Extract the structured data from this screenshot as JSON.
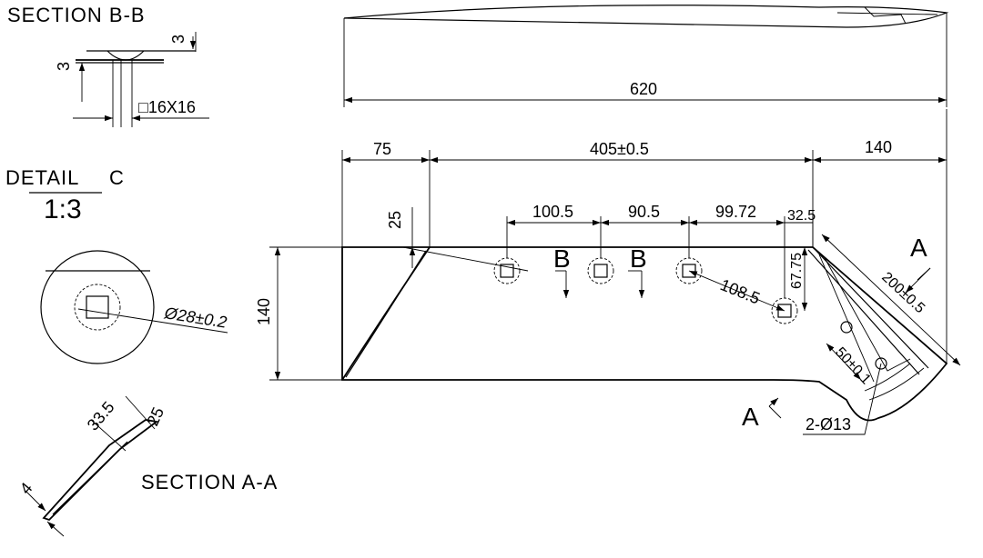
{
  "labels": {
    "section_bb": "SECTION  B-B",
    "detail_c_word": "DETAIL",
    "detail_c_letter": "C",
    "detail_c_scale": "1:3",
    "section_aa": "SECTION  A-A",
    "marker_a_top": "A",
    "marker_a_bottom": "A",
    "marker_b_left": "B",
    "marker_b_right": "B"
  },
  "section_bb_dims": {
    "top_thickness": "3",
    "side_height": "3",
    "hole_size": "□16X16"
  },
  "detail_c_dims": {
    "diameter": "Ø28±0.2"
  },
  "section_aa_dims": {
    "width": "33.5",
    "angle": "25",
    "thickness": "4"
  },
  "main_view_dims": {
    "overall_length": "620",
    "left_offset": "75",
    "hole_span": "405±0.5",
    "right_offset": "140",
    "chamfer_height": "25",
    "height": "140",
    "hole_pitch_1": "100.5",
    "hole_pitch_2": "90.5",
    "hole_pitch_3": "99.72",
    "small_offset": "32.5",
    "diag_hole_dist": "108.5",
    "vertical_hole_dist": "67.75",
    "edge_length": "200±0.5",
    "hole_spacing": "50±0.1",
    "hole_callout": "2-Ø13"
  }
}
